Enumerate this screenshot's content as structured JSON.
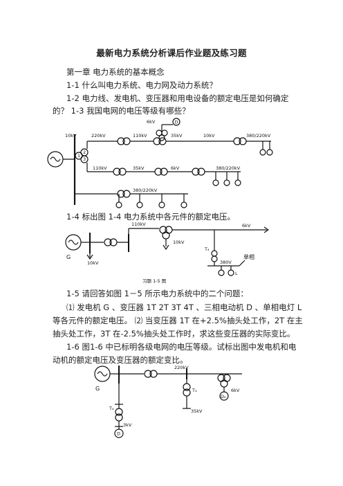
{
  "doc": {
    "title": "最新电力系统分析课后作业题及练习题",
    "chapter": "第一章 电力系统的基本概念",
    "q1_1": "1-1 什么叫电力系统、电力网及动力系统？",
    "q1_2a": "1-2 电力线、发电机、变压器和用电设备的额定电压是如何确定",
    "q1_2b": "的？ 1-3 我国电网的电压等级有哪些？",
    "q1_4": "1-4 标出图 1-4 电力系统中各元件的额定电压。",
    "q1_5": "1-5 请回答如图 1－5 所示电力系统中的二个问题：",
    "q1_5a": "⑴ 发电机 G 、变压器 1T 2T 3T 4T 、三相电动机 D 、单相电灯 L",
    "q1_5b": "等各元件的额定电压。 ⑵ 当变压器 1T 在+2.5%抽头处工作，2T 在主",
    "q1_5c": "抽头处工作，3T 在-2.5%抽头处工作时，求这些变压器的实际变比。",
    "q1_6a": "1-6 图1-6 中已标明各级电网的电压等级。试标出图中发电机和电",
    "q1_6b": "动机的额定电压及变压器的额定变比。"
  },
  "fig1": {
    "v10": "10kV",
    "v220": "220kV",
    "v110a": "110kV",
    "v6top": "6kV",
    "v35top": "35kV",
    "v10r": "10kV",
    "v380a": "380/220kV",
    "v110b": "110kV",
    "v35b": "35kV",
    "v6b": "6kV",
    "v380b": "380/220kV",
    "v380c": "380/220kV",
    "n1": "1",
    "n2": "2",
    "n3": "3",
    "nD": "D"
  },
  "fig2": {
    "v110": "110kV",
    "v6": "6kV",
    "v10a": "10kV",
    "v10b": "10kV",
    "v380": "380V",
    "G": "G",
    "T4": "T₄",
    "single": "单相",
    "L": "L",
    "caption": "习题 1-5 图"
  },
  "fig3": {
    "v220": "220kV",
    "v6": "6kV",
    "v35": "35kV",
    "v3": "3kV",
    "G": "G",
    "T3": "T₃",
    "T4": "T₄",
    "D2": "D₂",
    "D1": "D"
  }
}
